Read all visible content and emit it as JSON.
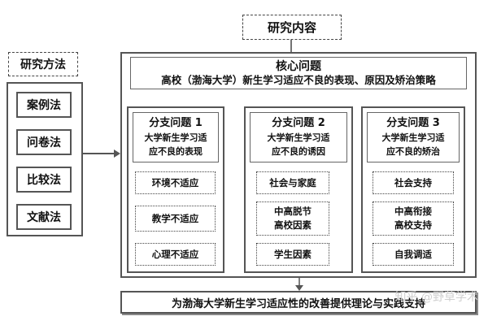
{
  "research_content": "研究内容",
  "research_methods": {
    "title": "研究方法",
    "items": [
      "案例法",
      "问卷法",
      "比较法",
      "文献法"
    ]
  },
  "core_problem": {
    "title": "核心问题",
    "subtitle": "高校（渤海大学）新生学习适应不良的表现、原因及矫治策略"
  },
  "branches": [
    {
      "title": "分支问题 1",
      "desc_line1": "大学新生学习适",
      "desc_line2": "应不良的表现",
      "factors": [
        "环境不适应",
        "教学不适应",
        "心理不适应"
      ]
    },
    {
      "title": "分支问题 2",
      "desc_line1": "大学新生学习适",
      "desc_line2": "应不良的诱因",
      "factors": [
        "社会与家庭",
        "中高脱节\n高校因素",
        "学生因素"
      ]
    },
    {
      "title": "分支问题 3",
      "desc_line1": "大学新生学习适",
      "desc_line2": "应不良的矫治",
      "factors": [
        "社会支持",
        "中高衔接\n高校支持",
        "自我调适"
      ]
    }
  ],
  "conclusion": "为渤海大学新生学习适应性的改善提供理论与实践支持",
  "watermark": "知乎 @野草学术"
}
